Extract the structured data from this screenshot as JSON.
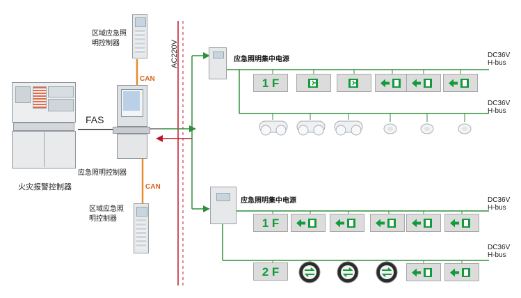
{
  "labels": {
    "fire_alarm_controller": "火灾报警控制器",
    "fas": "FAS",
    "lighting_controller": "应急照明控制器",
    "regional_top": [
      "区域应急照",
      "明控制器"
    ],
    "regional_bottom": [
      "区域应急照",
      "明控制器"
    ],
    "can_top": "CAN",
    "can_bottom": "CAN",
    "ac": "AC220V",
    "power_top": "应急照明集中电源",
    "power_bottom": "应急照明集中电源",
    "dc_bus": [
      "DC36V",
      "H-bus"
    ]
  },
  "signs": {
    "floor_1_top": "1 F",
    "floor_1_bottom": "1 F",
    "floor_2": "2 F"
  },
  "icons": {
    "exit_sign": "exit-running-man-icon",
    "exit_arrow_sign": "exit-arrow-icon",
    "double_light": "twin-spot-emergency-light-icon",
    "downlight": "downlight-icon",
    "direction": "bidirectional-arrow-icon"
  },
  "colors": {
    "can_line": "#e88a2e",
    "ac_line": "#c0152a",
    "bus_line": "#2f8f3a",
    "sign_green": "#139a3a"
  }
}
